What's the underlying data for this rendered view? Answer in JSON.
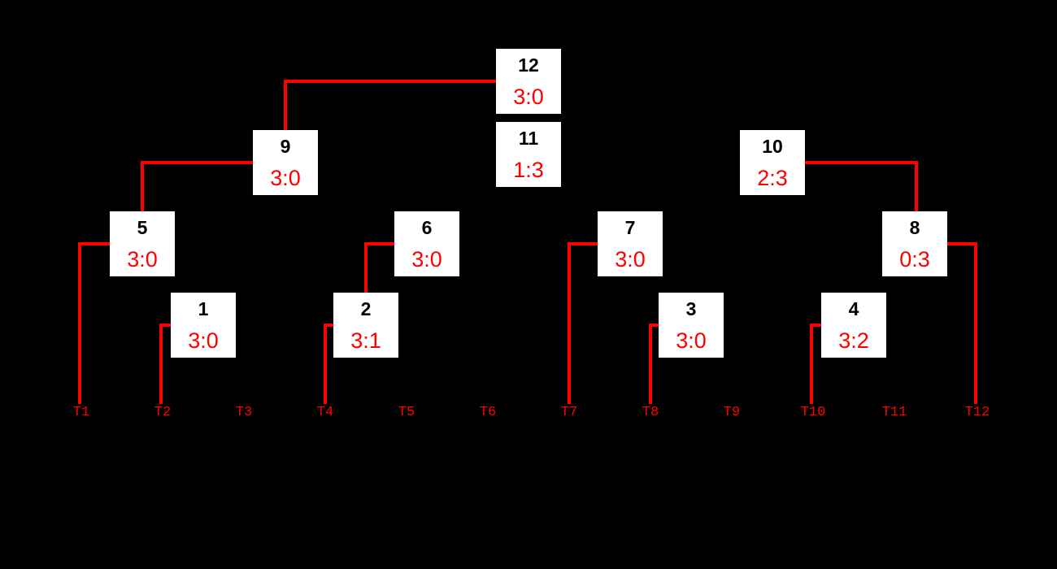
{
  "bracket": {
    "background_color": "#000000",
    "box_color": "#ffffff",
    "line_color": "#ff0000",
    "number_color": "#000000",
    "score_color": "#ff0000",
    "matches": [
      {
        "number": "1",
        "score": "3:0"
      },
      {
        "number": "2",
        "score": "3:1"
      },
      {
        "number": "3",
        "score": "3:0"
      },
      {
        "number": "4",
        "score": "3:2"
      },
      {
        "number": "5",
        "score": "3:0"
      },
      {
        "number": "6",
        "score": "3:0"
      },
      {
        "number": "7",
        "score": "3:0"
      },
      {
        "number": "8",
        "score": "0:3"
      },
      {
        "number": "9",
        "score": "3:0"
      },
      {
        "number": "10",
        "score": "2:3"
      },
      {
        "number": "11",
        "score": "1:3"
      },
      {
        "number": "12",
        "score": "3:0"
      }
    ],
    "teams": [
      "T1",
      "T2",
      "T3",
      "T4",
      "T5",
      "T6",
      "T7",
      "T8",
      "T9",
      "T10",
      "T11",
      "T12"
    ],
    "winner_path_connections": [
      {
        "from": "match-12",
        "to": "match-9"
      },
      {
        "from": "match-9",
        "to": "match-5"
      },
      {
        "from": "match-5",
        "to": "T1"
      },
      {
        "from": "match-1",
        "to": "T2"
      },
      {
        "from": "match-6",
        "to": "match-2"
      },
      {
        "from": "match-2",
        "to": "T4"
      },
      {
        "from": "match-7",
        "to": "T7"
      },
      {
        "from": "match-3",
        "to": "T8"
      },
      {
        "from": "match-10",
        "to": "match-8"
      },
      {
        "from": "match-8",
        "to": "T12"
      },
      {
        "from": "match-4",
        "to": "T10"
      }
    ]
  }
}
